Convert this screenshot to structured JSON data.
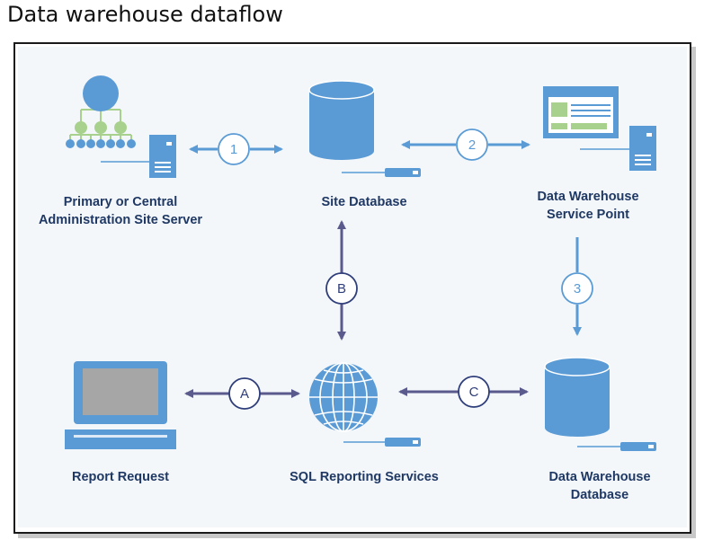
{
  "title": "Data warehouse dataflow",
  "nodes": {
    "site_server": {
      "line1": "Primary or Central",
      "line2": "Administration Site Server"
    },
    "site_database": {
      "label": "Site Database"
    },
    "dw_service_point": {
      "line1": "Data Warehouse",
      "line2": "Service Point"
    },
    "report_request": {
      "label": "Report Request"
    },
    "sql_reporting": {
      "label": "SQL Reporting Services"
    },
    "dw_database": {
      "line1": "Data Warehouse",
      "line2": "Database"
    }
  },
  "steps": {
    "s1": "1",
    "s2": "2",
    "s3": "3",
    "sA": "A",
    "sB": "B",
    "sC": "C"
  },
  "colors": {
    "icon_blue": "#5b9bd5",
    "icon_green": "#a9d18e",
    "arrow_blue": "#5b9bd5",
    "arrow_purple": "#5a5a8c",
    "label_navy": "#1f3864",
    "screen_gray": "#a6a6a6"
  }
}
